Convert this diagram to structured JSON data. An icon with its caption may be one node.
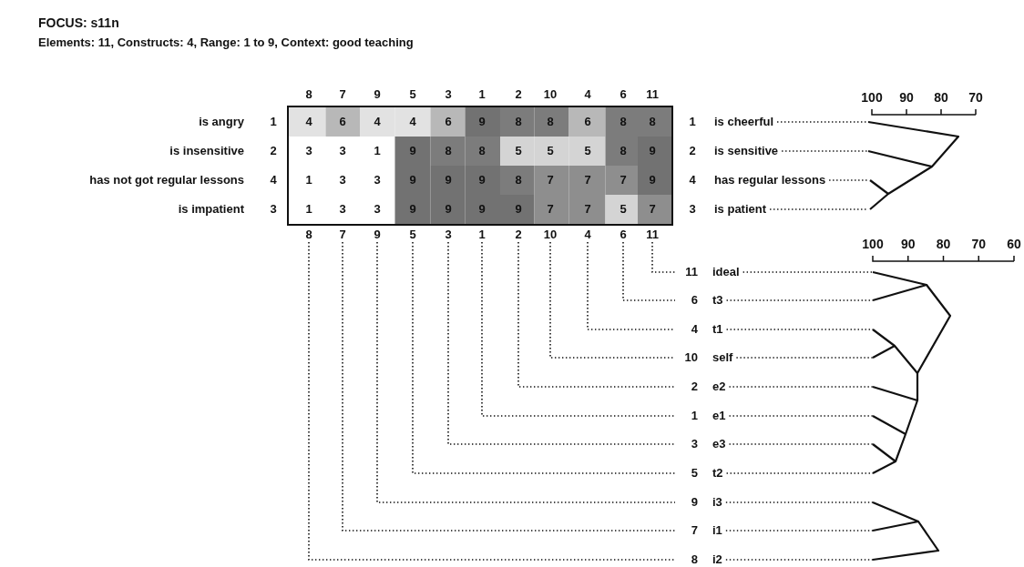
{
  "diagram": {
    "title": "FOCUS: s11n",
    "nodes": [
      {
        "text": [
          "8"
        ]
      },
      {
        "text": [
          "7"
        ]
      },
      {
        "text": [
          "9"
        ]
      },
      {
        "text": [
          "5"
        ]
      },
      {
        "text": [
          "3"
        ]
      },
      {
        "text": [
          "1"
        ]
      },
      {
        "text": [
          "2"
        ]
      },
      {
        "text": [
          "10"
        ]
      },
      {
        "text": [
          "4"
        ]
      },
      {
        "text": [
          "6"
        ]
      },
      {
        "text": [
          "11"
        ]
      },
      {
        "text": [
          "11",
          "ideal"
        ]
      },
      {
        "text": [
          "6",
          "t3"
        ]
      },
      {
        "text": [
          "4",
          "t1"
        ]
      },
      {
        "text": [
          "10",
          "self"
        ]
      },
      {
        "text": [
          "2",
          "e2"
        ]
      },
      {
        "text": [
          "1",
          "e1"
        ]
      },
      {
        "text": [
          "3",
          "e3"
        ]
      },
      {
        "text": [
          "5",
          "t2"
        ]
      },
      {
        "text": [
          "9",
          "i3"
        ]
      },
      {
        "text": [
          "7",
          "i1"
        ]
      },
      {
        "text": [
          "8",
          "i2"
        ]
      }
    ],
    "edges": [
      {
        "from": 10,
        "to": 11,
        "arrow": "none",
        "style": "dashed"
      },
      {
        "from": 9,
        "to": 12,
        "arrow": "none",
        "style": "dashed"
      },
      {
        "from": 8,
        "to": 13,
        "arrow": "none",
        "style": "dashed"
      },
      {
        "from": 7,
        "to": 14,
        "arrow": "none",
        "style": "dashed"
      },
      {
        "from": 6,
        "to": 15,
        "arrow": "none",
        "style": "dashed"
      },
      {
        "from": 5,
        "to": 16,
        "arrow": "none",
        "style": "dashed"
      },
      {
        "from": 4,
        "to": 17,
        "arrow": "none",
        "style": "dashed"
      },
      {
        "from": 3,
        "to": 18,
        "arrow": "none",
        "style": "dashed"
      },
      {
        "from": 2,
        "to": 19,
        "arrow": "none",
        "style": "dashed"
      },
      {
        "from": 1,
        "to": 20,
        "arrow": "none",
        "style": "dashed"
      },
      {
        "from": 0,
        "to": 21,
        "arrow": "none",
        "style": "dashed"
      }
    ],
    "labels": [
      "Elements: 11, Constructs: 4, Range: 1 to 9, Context: good teaching",
      "8",
      "7",
      "9",
      "5",
      "3",
      "1",
      "2",
      "10",
      "4",
      "6",
      "11",
      "100",
      "90",
      "80",
      "70",
      "is angry",
      "1",
      "4",
      "6",
      "4",
      "4",
      "6",
      "9",
      "8",
      "8",
      "6",
      "8",
      "8",
      "1",
      "is cheerful",
      "is insensitive",
      "2",
      "3",
      "3",
      "1",
      "9",
      "8",
      "8",
      "5",
      "5",
      "5",
      "8",
      "9",
      "2",
      "is sensitive",
      "has not got regular lessons",
      "4",
      "1",
      "3",
      "3",
      "9",
      "9",
      "9",
      "8",
      "7",
      "7",
      "7",
      "9",
      "4",
      "has regular lessons",
      "is impatient",
      "3",
      "1",
      "3",
      "3",
      "9",
      "9",
      "9",
      "9",
      "7",
      "7",
      "5",
      "7",
      "3",
      "is patient",
      "100",
      "90",
      "80",
      "70",
      "60"
    ]
  }
}
